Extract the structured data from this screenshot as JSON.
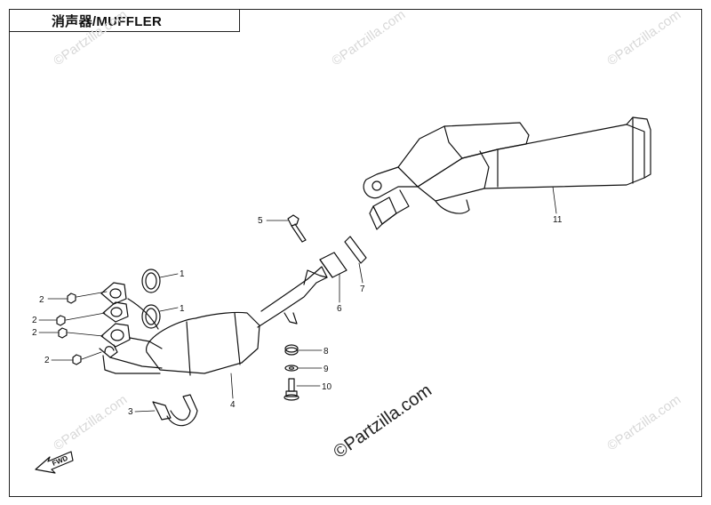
{
  "title": "消声器/MUFFLER",
  "watermark": "©Partzilla.com",
  "fwd_label": "FWD",
  "callouts": [
    "1",
    "2",
    "3",
    "4",
    "5",
    "6",
    "7",
    "8",
    "9",
    "10",
    "11"
  ],
  "parts": [
    {
      "ref": "1"
    },
    {
      "ref": "2"
    },
    {
      "ref": "3"
    },
    {
      "ref": "4"
    },
    {
      "ref": "5"
    },
    {
      "ref": "6"
    },
    {
      "ref": "7"
    },
    {
      "ref": "8"
    },
    {
      "ref": "9"
    },
    {
      "ref": "10"
    },
    {
      "ref": "11"
    }
  ],
  "colors": {
    "line": "#111111",
    "watermark": "#d8d8d8",
    "background": "#ffffff"
  }
}
